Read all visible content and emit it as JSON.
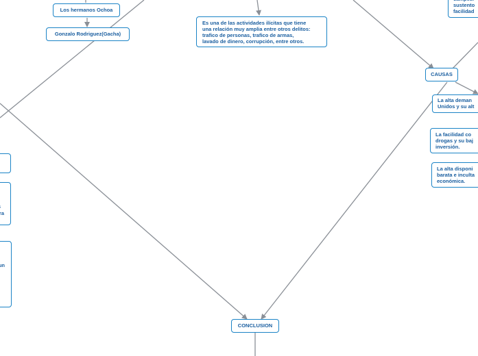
{
  "colors": {
    "node_border": "#1a83c6",
    "node_text": "#1b5fa0",
    "edge": "#8a8f96",
    "background": "#ffffff"
  },
  "nodes": {
    "hermanos_ochoa": "Los hermanos Ochoa",
    "gonzalo": "Gonzalo Rodriguez(Gacha)",
    "definicion": {
      "lines": [
        "Es una de las actividades ilícitas que tiene",
        "una relación muy amplia entre otros delitos:",
        "trafico de personas, trafico de armas,",
        "lavado de dinero, corrupción, entre otros."
      ]
    },
    "top_right": {
      "lines": [
        "campesi",
        "sustento",
        "facilidad"
      ]
    },
    "causas": "CAUSAS",
    "causa_1": {
      "lines": [
        "La alta deman",
        "Unidos y su alt"
      ]
    },
    "causa_2": {
      "lines": [
        "La facilidad co",
        "drogas y su baj",
        "inversión."
      ]
    },
    "causa_3": {
      "lines": [
        "La alta disponi",
        "barata e inculta",
        "económica."
      ]
    },
    "left_2": {
      "lines": [
        "s",
        "ra"
      ]
    },
    "left_3": {
      "lines": [
        "un"
      ]
    },
    "conclusion": "CONCLUSION"
  }
}
